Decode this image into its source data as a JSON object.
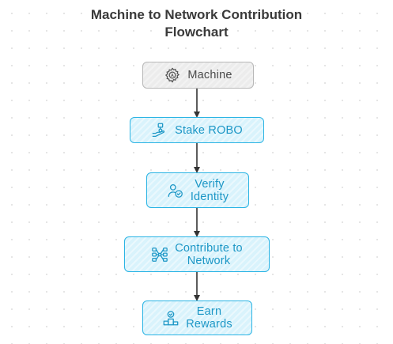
{
  "title": {
    "line1": "Machine to Network Contribution",
    "line2": "Flowchart"
  },
  "nodes": [
    {
      "id": "machine",
      "label_lines": [
        "Machine"
      ],
      "icon": "gear-icon",
      "style": "gray"
    },
    {
      "id": "stake",
      "label_lines": [
        "Stake ROBO"
      ],
      "icon": "hand-coin-icon",
      "style": "blue"
    },
    {
      "id": "verify",
      "label_lines": [
        "Verify",
        "Identity"
      ],
      "icon": "user-check-icon",
      "style": "blue"
    },
    {
      "id": "contribute",
      "label_lines": [
        "Contribute to",
        "Network"
      ],
      "icon": "network-nodes-icon",
      "style": "blue"
    },
    {
      "id": "earn",
      "label_lines": [
        "Earn",
        "Rewards"
      ],
      "icon": "reward-podium-icon",
      "style": "blue"
    }
  ],
  "edges": [
    {
      "from": "machine",
      "to": "stake"
    },
    {
      "from": "stake",
      "to": "verify"
    },
    {
      "from": "verify",
      "to": "contribute"
    },
    {
      "from": "contribute",
      "to": "earn"
    }
  ],
  "colors": {
    "gray_fill": "#ececec",
    "gray_border": "#b8b8b8",
    "blue_fill": "#d9f3fc",
    "blue_border": "#2bb4e4",
    "blue_text": "#1d97c6",
    "arrow": "#333333"
  }
}
